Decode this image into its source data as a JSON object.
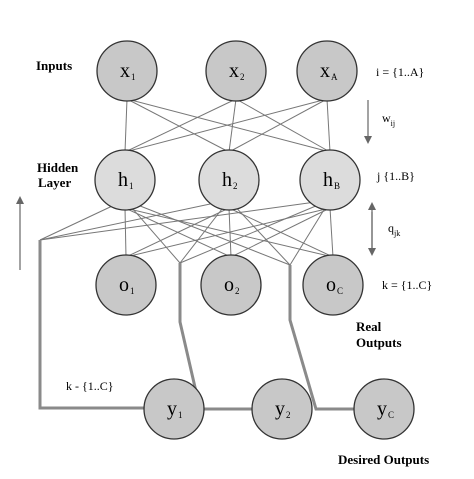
{
  "labels": {
    "inputs": "Inputs",
    "hidden_line1": "Hidden",
    "hidden_line2": "Layer",
    "real_line1": "Real",
    "real_line2": "Outputs",
    "desired": "Desired Outputs",
    "i_range": "i = {1..A}",
    "j_range": "j   {1..B}",
    "k_range": "k = {1..C}",
    "k_range_bottom": "k - {1..C}",
    "w_main": "w",
    "w_sub": "ij",
    "q_main": "q",
    "q_sub": "jk"
  },
  "layers": {
    "inputs": [
      {
        "main": "x",
        "sub": "1"
      },
      {
        "main": "x",
        "sub": "2"
      },
      {
        "main": "x",
        "sub": "A"
      }
    ],
    "hidden": [
      {
        "main": "h",
        "sub": "1"
      },
      {
        "main": "h",
        "sub": "2"
      },
      {
        "main": "h",
        "sub": "B"
      }
    ],
    "outputs": [
      {
        "main": "o",
        "sub": "1"
      },
      {
        "main": "o",
        "sub": "2"
      },
      {
        "main": "o",
        "sub": "C"
      }
    ],
    "desired": [
      {
        "main": "y",
        "sub": "1"
      },
      {
        "main": "y",
        "sub": "2"
      },
      {
        "main": "y",
        "sub": "C"
      }
    ]
  },
  "colors": {
    "node_fill": "#c8c8c8",
    "hidden_fill": "#dcdcdc",
    "node_stroke": "#333333",
    "edge": "#777777",
    "thick_edge": "#8a8a8a"
  }
}
